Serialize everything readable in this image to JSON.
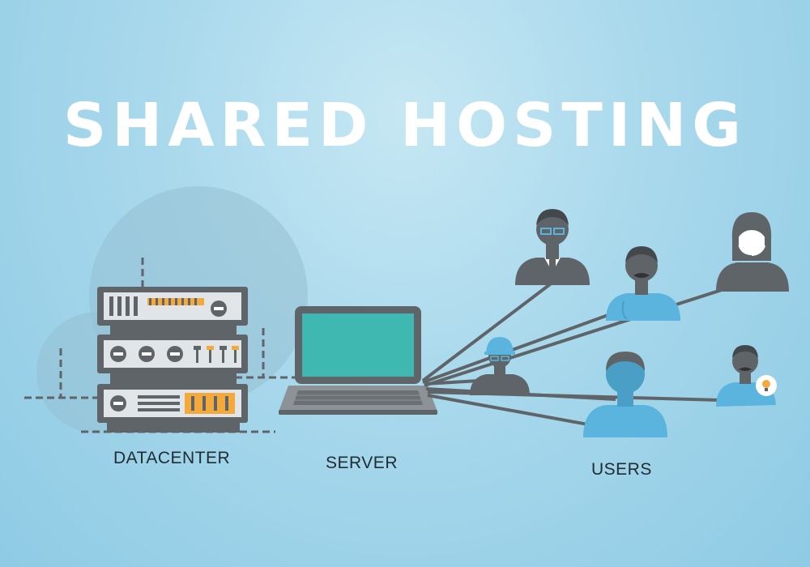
{
  "title": "SHARED HOSTING",
  "labels": {
    "datacenter": "DATACENTER",
    "server": "SERVER",
    "users": "USERS"
  },
  "colors": {
    "background": "#a8d8ec",
    "title": "#ffffff",
    "dark_gray": "#5f6468",
    "panel_gray": "#e2e5e7",
    "orange_accent": "#f4a93c",
    "screen_teal": "#3eb8b0",
    "user_blue": "#5bb4de",
    "user_gray": "#5f6468"
  },
  "icons": {
    "server_rack": "server-rack-icon",
    "laptop": "laptop-icon",
    "users": [
      "user-glasses-icon",
      "user-mustache-icon",
      "user-headset-icon",
      "user-engineer-icon",
      "user-plain-icon",
      "user-idea-icon"
    ]
  }
}
